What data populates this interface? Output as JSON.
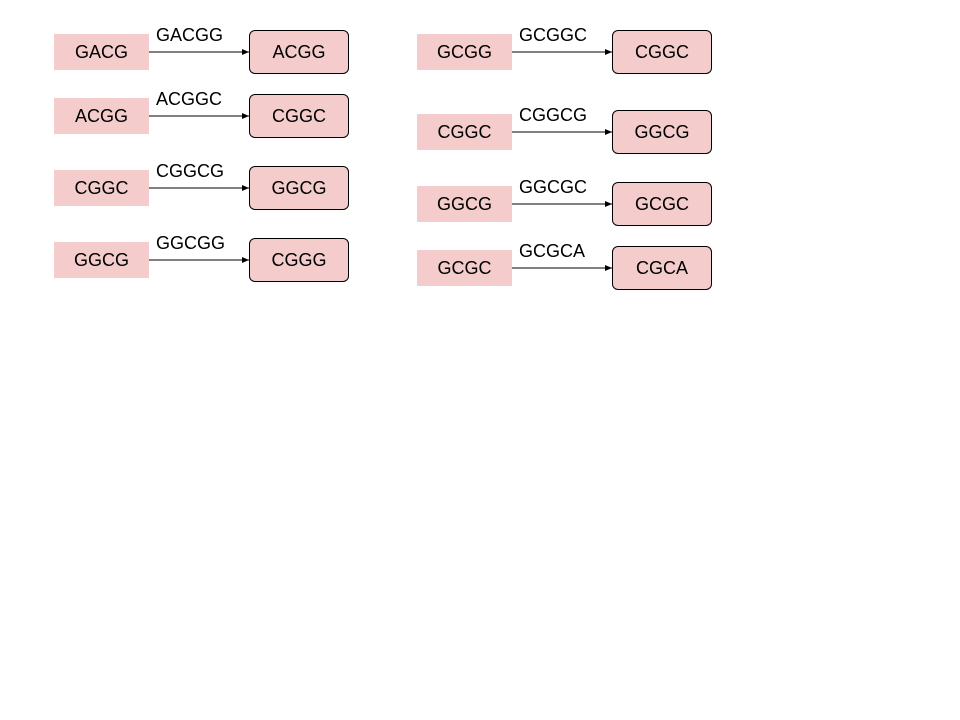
{
  "colors": {
    "node_fill": "#f4cccc",
    "stroke": "#000000",
    "background": "#ffffff"
  },
  "edges": [
    {
      "from": "GACG",
      "label": "GACGG",
      "to": "ACGG"
    },
    {
      "from": "ACGG",
      "label": "ACGGC",
      "to": "CGGC"
    },
    {
      "from": "CGGC",
      "label": "CGGCG",
      "to": "GGCG"
    },
    {
      "from": "GGCG",
      "label": "GGCGG",
      "to": "CGGG"
    },
    {
      "from": "GCGG",
      "label": "GCGGC",
      "to": "CGGC"
    },
    {
      "from": "CGGC",
      "label": "CGGCG",
      "to": "GGCG"
    },
    {
      "from": "GGCG",
      "label": "GGCGC",
      "to": "GCGC"
    },
    {
      "from": "GCGC",
      "label": "GCGCA",
      "to": "CGCA"
    }
  ]
}
